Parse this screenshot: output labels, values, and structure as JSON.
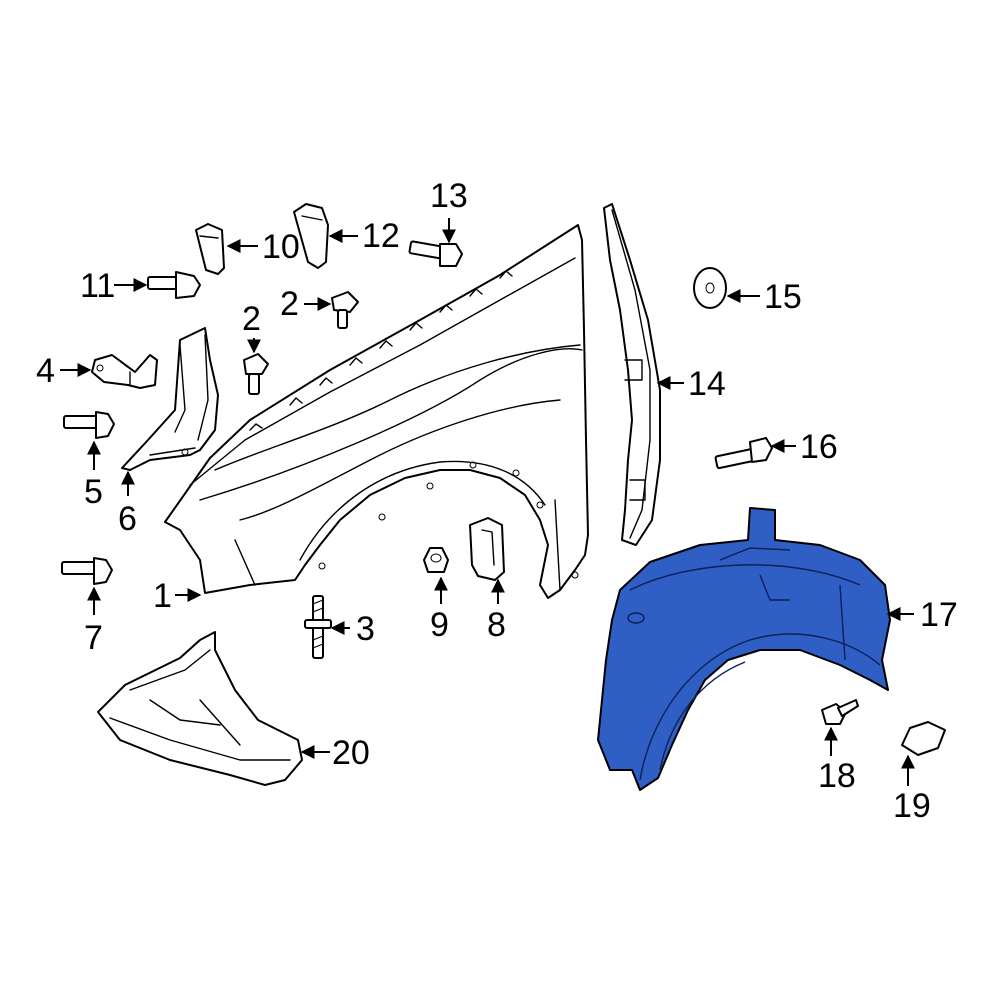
{
  "diagram": {
    "highlight_color": "#2f5ec4",
    "callouts": {
      "c1": "1",
      "c2a": "2",
      "c2b": "2",
      "c3": "3",
      "c4": "4",
      "c5": "5",
      "c6": "6",
      "c7": "7",
      "c8": "8",
      "c9": "9",
      "c10": "10",
      "c11": "11",
      "c12": "12",
      "c13": "13",
      "c14": "14",
      "c15": "15",
      "c16": "16",
      "c17": "17",
      "c18": "18",
      "c19": "19",
      "c20": "20"
    }
  }
}
